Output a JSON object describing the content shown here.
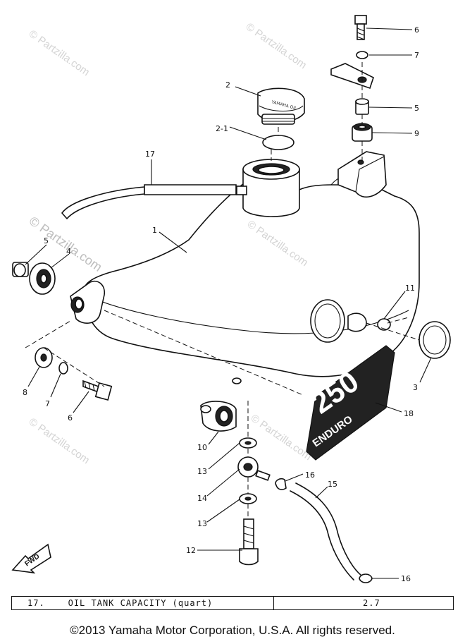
{
  "watermark": "© Partzilla.com",
  "callouts": {
    "c1": "1",
    "c2": "2",
    "c2_1": "2-1",
    "c3": "3",
    "c4": "4",
    "c5_left": "5",
    "c5_right": "5",
    "c6_top": "6",
    "c6_bottom": "6",
    "c7_top": "7",
    "c7_bottom": "7",
    "c8": "8",
    "c9": "9",
    "c10": "10",
    "c11": "11",
    "c12": "12",
    "c13_upper": "13",
    "c13_lower": "13",
    "c14": "14",
    "c15": "15",
    "c16_upper": "16",
    "c16_lower": "16",
    "c17": "17",
    "c18": "18"
  },
  "fwd_label": "FWD",
  "plate_number": "250",
  "plate_word": "ENDURO",
  "spec": {
    "item": "17.",
    "label": "OIL TANK CAPACITY (quart)",
    "value": "2.7"
  },
  "copyright": "©2013 Yamaha Motor Corporation, U.S.A. All rights reserved."
}
